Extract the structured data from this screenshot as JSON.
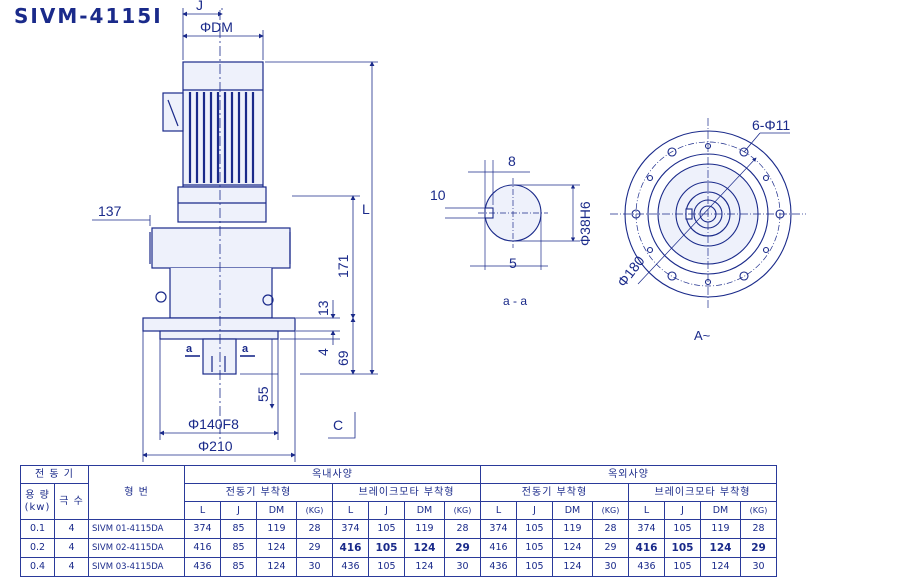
{
  "title": "SIVM-4115I",
  "dimensions": {
    "J": "J",
    "DM": "ΦDM",
    "L": "L",
    "d137": "137",
    "d171": "171",
    "d13": "13",
    "d4": "4",
    "d69": "69",
    "d55": "55",
    "d140": "Φ140F8",
    "d210": "Φ210",
    "a_left": "a",
    "a_right": "a",
    "C": "C"
  },
  "section": {
    "d8": "8",
    "d10": "10",
    "d5": "5",
    "d38": "Φ38H6",
    "label": "a - a"
  },
  "flange_view": {
    "holes": "6-Φ11",
    "pcd": "Φ180",
    "label": "A~"
  },
  "table": {
    "hdr_motor": "전 동 기",
    "hdr_capacity": "용 량\n(kw)",
    "hdr_poles": "극 수",
    "hdr_model": "형  번",
    "hdr_indoor": "옥내사양",
    "hdr_outdoor": "옥외사양",
    "hdr_motor_mount": "전동기 부착형",
    "hdr_brake_mount": "브레이크모타 부착형",
    "cols": [
      "L",
      "J",
      "DM",
      "(KG)",
      "L",
      "J",
      "DM",
      "(KG)",
      "L",
      "J",
      "DM",
      "(KG)",
      "L",
      "J",
      "DM",
      "(KG)"
    ],
    "rows": [
      {
        "kw": "0.1",
        "pole": "4",
        "model": "SIVM 01-4115DA",
        "v": [
          "374",
          "85",
          "119",
          "28",
          "374",
          "105",
          "119",
          "28",
          "374",
          "105",
          "119",
          "28",
          "374",
          "105",
          "119",
          "28"
        ]
      },
      {
        "kw": "0.2",
        "pole": "4",
        "model": "SIVM 02-4115DA",
        "v": [
          "416",
          "85",
          "124",
          "29",
          "416",
          "105",
          "124",
          "29",
          "416",
          "105",
          "124",
          "29",
          "416",
          "105",
          "124",
          "29"
        ]
      },
      {
        "kw": "0.4",
        "pole": "4",
        "model": "SIVM 03-4115DA",
        "v": [
          "436",
          "85",
          "124",
          "30",
          "436",
          "105",
          "124",
          "30",
          "436",
          "105",
          "124",
          "30",
          "436",
          "105",
          "124",
          "30"
        ]
      }
    ]
  }
}
